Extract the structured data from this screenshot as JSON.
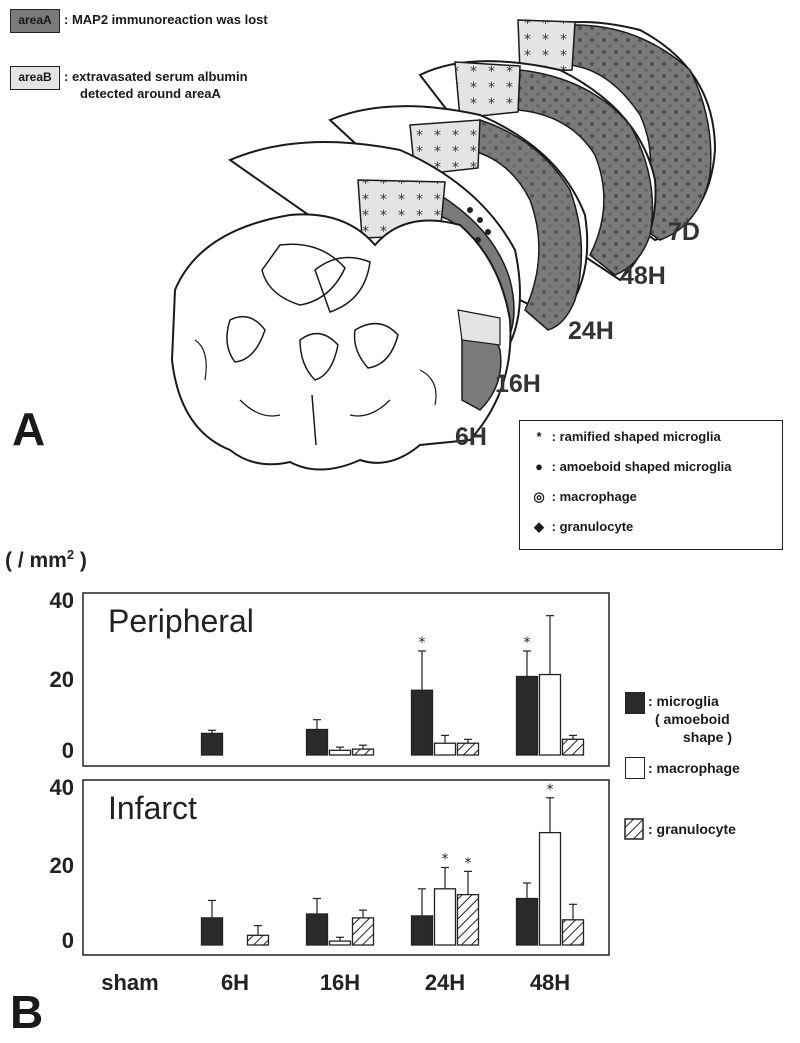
{
  "panel_a": {
    "letter": "A",
    "area_a": {
      "box_label": "areaA",
      "text": ": MAP2 immunoreaction was lost"
    },
    "area_b": {
      "box_label": "areaB",
      "text_line1": ": extravasated serum albumin",
      "text_line2": "detected around areaA"
    },
    "time_labels": [
      "6H",
      "16H",
      "24H",
      "48H",
      "7D"
    ],
    "cell_legend": [
      {
        "symbol": "*",
        "text": ": ramified shaped microglia"
      },
      {
        "symbol": "●",
        "text": ": amoeboid shaped microglia"
      },
      {
        "symbol": "◎",
        "text": ": macrophage"
      },
      {
        "symbol": "◆",
        "text": ": granulocyte"
      }
    ],
    "colors": {
      "area_a": "#7a7a7a",
      "area_b": "#e4e4e4",
      "slice_fill": "#ffffff",
      "line": "#1a1a1a"
    }
  },
  "panel_b": {
    "letter": "B",
    "y_unit": "( / mm",
    "y_unit_sup": "2",
    "y_unit_close": " )",
    "bar_legend": [
      {
        "line1": ": microglia",
        "line2": "( amoeboid",
        "line3": "shape )"
      },
      {
        "line1": ": macrophage"
      },
      {
        "line1": ": granulocyte"
      }
    ],
    "x_ticks": [
      "sham",
      "6H",
      "16H",
      "24H",
      "48H"
    ],
    "y_ticks": [
      "40",
      "20",
      "0"
    ]
  },
  "chart_data": [
    {
      "type": "bar",
      "title": "Peripheral",
      "categories": [
        "sham",
        "6H",
        "16H",
        "24H",
        "48H"
      ],
      "ylim": [
        0,
        40
      ],
      "ylabel": "( / mm2 )",
      "series": [
        {
          "name": "microglia ( amoeboid shape )",
          "values": [
            0,
            5.5,
            6.5,
            16.5,
            20
          ],
          "errors": [
            0,
            0.8,
            2.5,
            10,
            6.5
          ],
          "significant": [
            false,
            false,
            false,
            true,
            true
          ],
          "color": "#2a2a2a"
        },
        {
          "name": "macrophage",
          "values": [
            0,
            0,
            1.2,
            3,
            20.5
          ],
          "errors": [
            0,
            0,
            0.8,
            2,
            15
          ],
          "significant": [
            false,
            false,
            false,
            false,
            false
          ],
          "color": "#ffffff"
        },
        {
          "name": "granulocyte",
          "values": [
            0,
            0,
            1.5,
            3,
            4
          ],
          "errors": [
            0,
            0,
            1,
            1,
            1
          ],
          "significant": [
            false,
            false,
            false,
            false,
            false
          ],
          "color": "hatched"
        }
      ]
    },
    {
      "type": "bar",
      "title": "Infarct",
      "categories": [
        "sham",
        "6H",
        "16H",
        "24H",
        "48H"
      ],
      "ylim": [
        0,
        40
      ],
      "ylabel": "( / mm2 )",
      "series": [
        {
          "name": "microglia ( amoeboid shape )",
          "values": [
            0,
            7,
            8,
            7.5,
            12
          ],
          "errors": [
            0,
            4.5,
            4,
            7,
            4
          ],
          "significant": [
            false,
            false,
            false,
            false,
            false
          ],
          "color": "#2a2a2a"
        },
        {
          "name": "macrophage",
          "values": [
            0,
            0,
            1,
            14.5,
            29
          ],
          "errors": [
            0,
            0,
            1,
            5.5,
            9
          ],
          "significant": [
            false,
            false,
            false,
            true,
            true
          ],
          "color": "#ffffff"
        },
        {
          "name": "granulocyte",
          "values": [
            0,
            2.5,
            7,
            13,
            6.5
          ],
          "errors": [
            0,
            2.5,
            2,
            6,
            4
          ],
          "significant": [
            false,
            false,
            false,
            true,
            false
          ],
          "color": "hatched"
        }
      ]
    }
  ]
}
